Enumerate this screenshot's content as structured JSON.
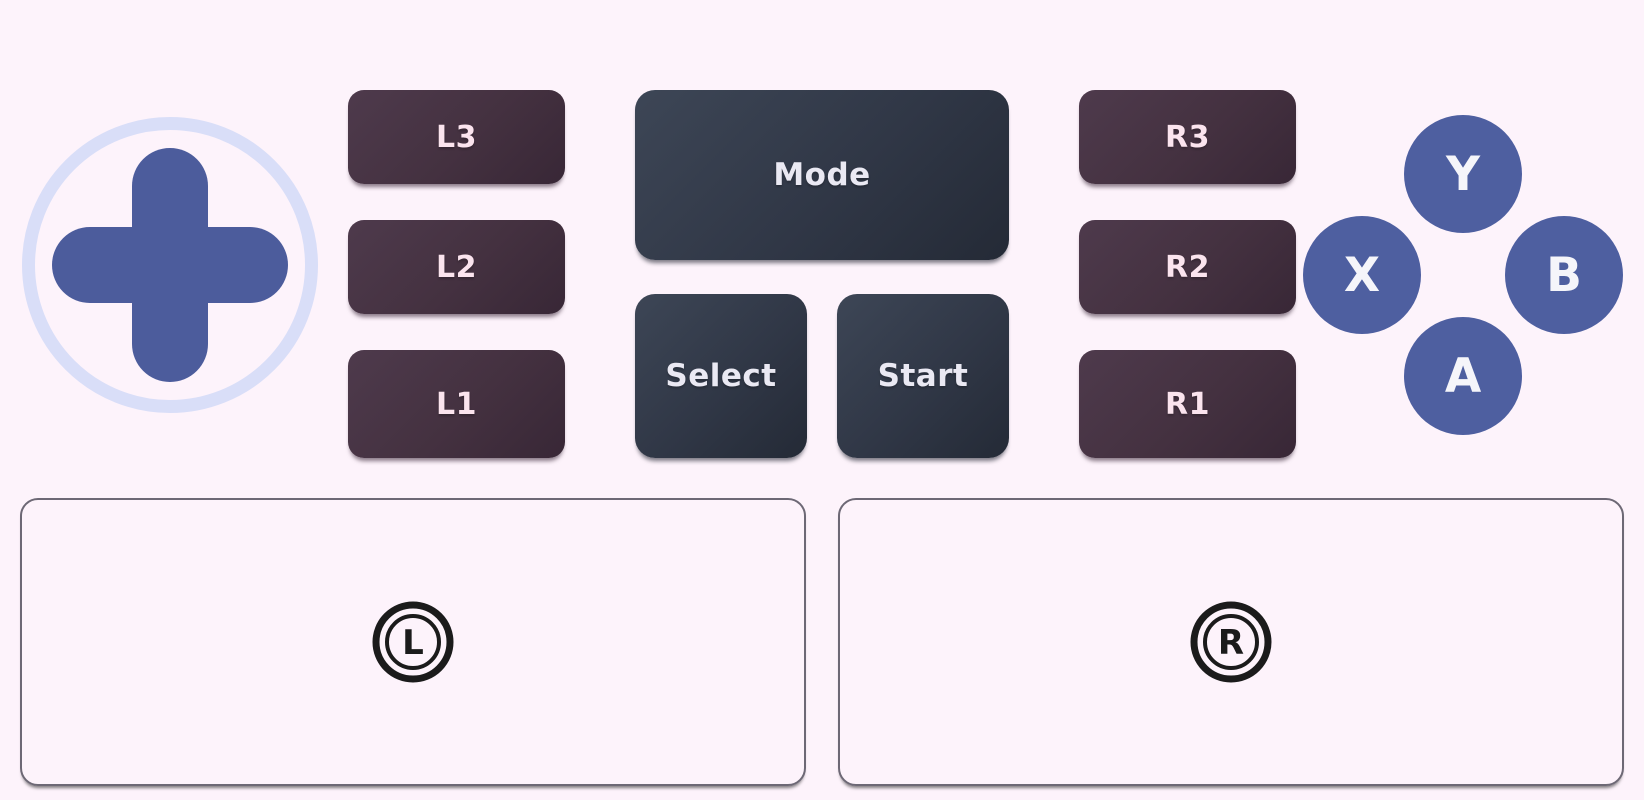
{
  "page": {
    "background_color": "#fdf3fb"
  },
  "dpad": {
    "name": "directional-pad",
    "cross_color": "#4c5c9c",
    "ring_color": "#d9def8"
  },
  "shoulder_left": {
    "background_gradient": [
      "#4e3a4c",
      "#382736"
    ],
    "text_color": "#fbe4ee",
    "buttons": [
      {
        "label": "L3"
      },
      {
        "label": "L2"
      },
      {
        "label": "L1"
      }
    ]
  },
  "center": {
    "background_gradient": [
      "#3d4656",
      "#242a36"
    ],
    "text_color": "#eae9f3",
    "buttons": {
      "mode": {
        "label": "Mode"
      },
      "select": {
        "label": "Select"
      },
      "start": {
        "label": "Start"
      }
    }
  },
  "shoulder_right": {
    "background_gradient": [
      "#4e3a4c",
      "#382736"
    ],
    "text_color": "#fbe4ee",
    "buttons": [
      {
        "label": "R3"
      },
      {
        "label": "R2"
      },
      {
        "label": "R1"
      }
    ]
  },
  "face_buttons": {
    "color": "#4e5fa0",
    "text_color": "#f5f5fa",
    "buttons": [
      {
        "label": "Y"
      },
      {
        "label": "X"
      },
      {
        "label": "B"
      },
      {
        "label": "A"
      }
    ]
  },
  "analog_sticks": {
    "border_color": "#6d6875",
    "glyph_color": "#1b1b1b",
    "left": {
      "glyph": "L"
    },
    "right": {
      "glyph": "R"
    }
  }
}
